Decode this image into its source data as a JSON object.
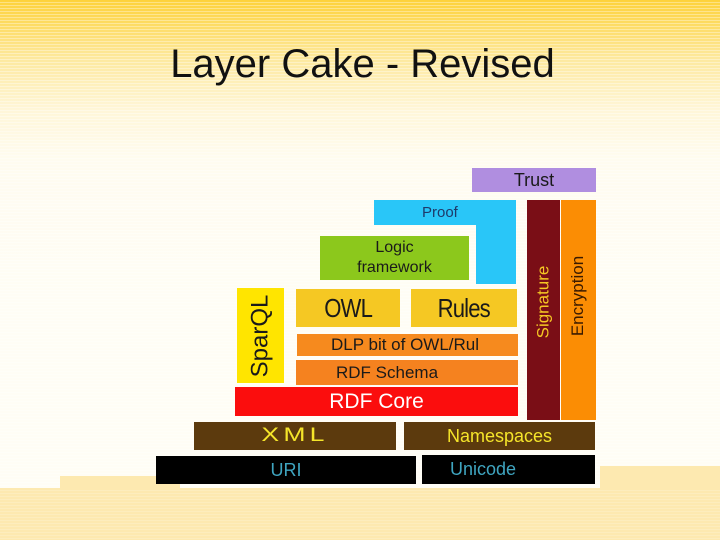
{
  "title": "Layer Cake - Revised",
  "colors": {
    "trust": "#b08ee0",
    "proof": "#29c6f8",
    "logic": "#8cc81c",
    "owl_rules": "#f5c823",
    "dlp": "#f68a1e",
    "rdf_schema": "#f5821f",
    "rdf_core": "#fb0d0d",
    "xml": "#5c3a0d",
    "uri": "#000000",
    "sparql": "#ffe500",
    "signature": "#7a0e16",
    "encryption": "#fb8d04"
  },
  "layers": {
    "trust": "Trust",
    "proof": "Proof",
    "logic": "Logic framework",
    "logic_line1": "Logic",
    "logic_line2": "framework",
    "owl": "OWL",
    "rules": "Rules",
    "dlp": "DLP bit of OWL/Rul",
    "rdf_schema": "RDF Schema",
    "rdf_core": "RDF Core",
    "xml": "XML",
    "namespaces": "Namespaces",
    "uri": "URI",
    "unicode": "Unicode",
    "sparql": "SparQL",
    "signature": "Signature",
    "encryption": "Encryption"
  }
}
